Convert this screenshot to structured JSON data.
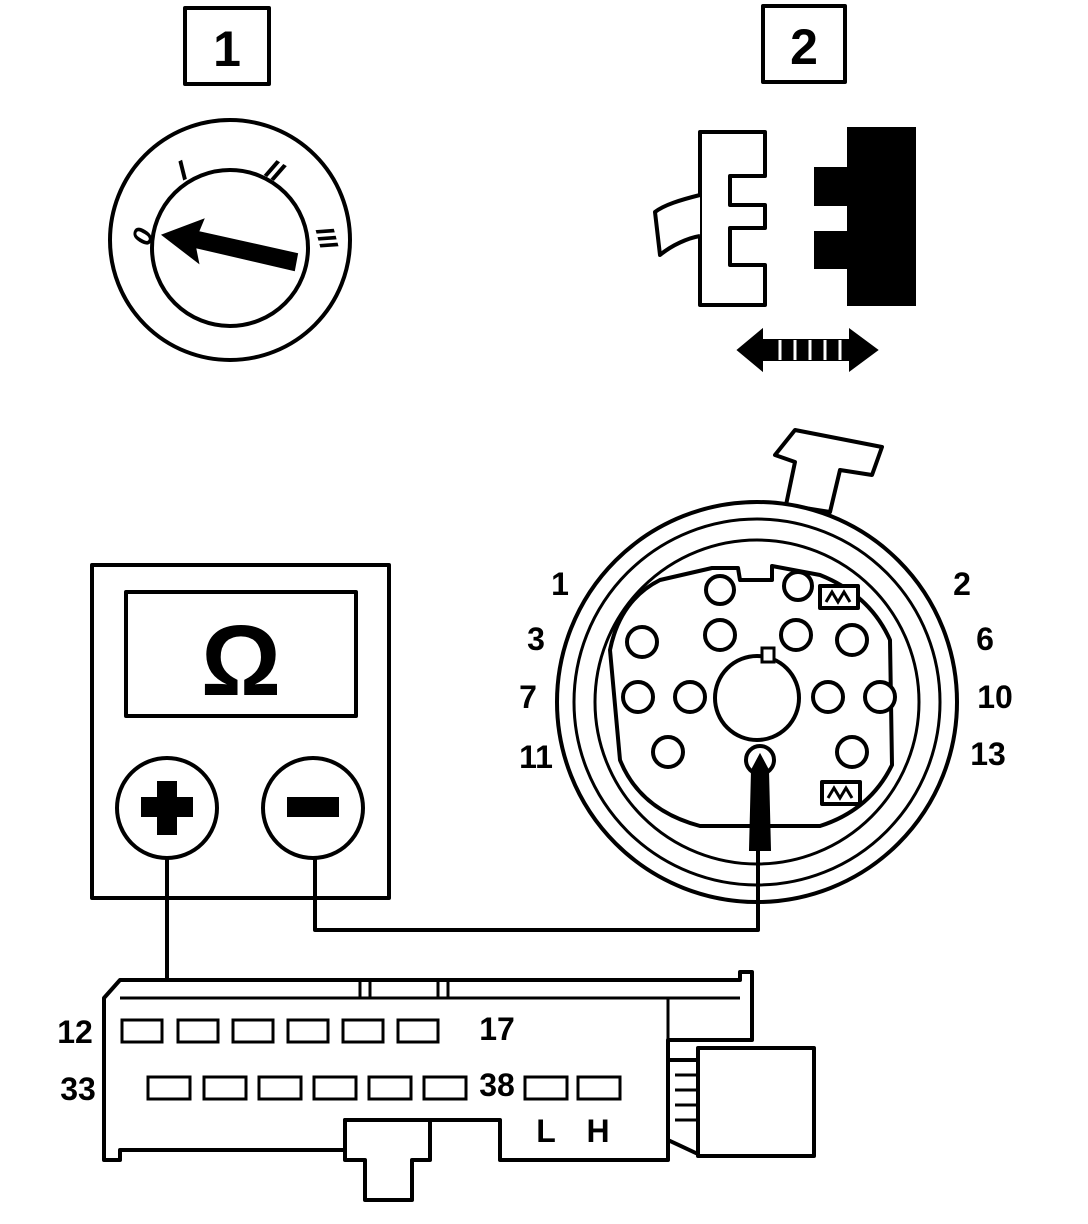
{
  "step_labels": [
    "1",
    "2"
  ],
  "switch_positions": [
    "0",
    "I",
    "II",
    "III"
  ],
  "meter": {
    "symbol": "Ω",
    "plus": "+",
    "minus": "−"
  },
  "round_connector_pins": [
    "1",
    "2",
    "3",
    "6",
    "7",
    "10",
    "11",
    "13"
  ],
  "block_connector": {
    "top_row": [
      "12",
      "17"
    ],
    "bottom_row": [
      "33",
      "38"
    ],
    "can_labels": [
      "L",
      "H"
    ]
  }
}
